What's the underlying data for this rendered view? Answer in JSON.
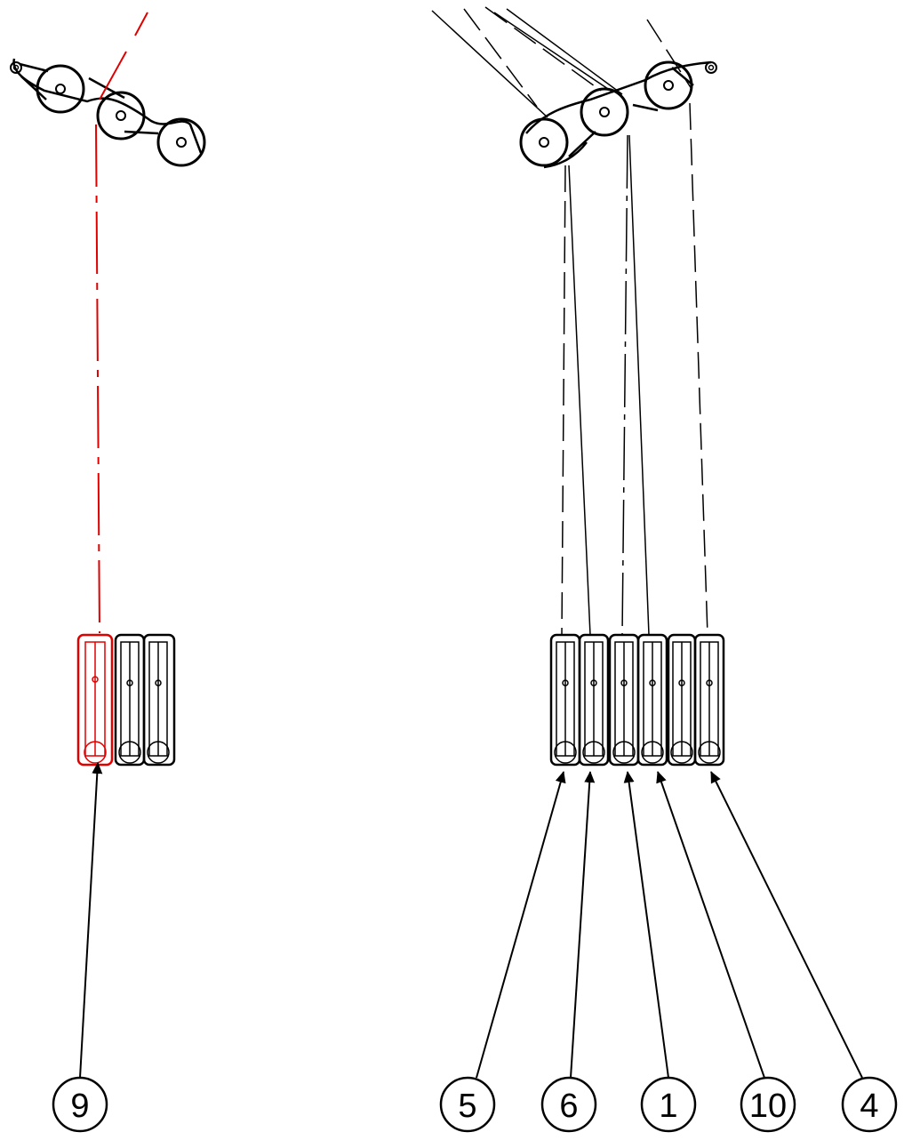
{
  "colors": {
    "ink": "#000000",
    "highlight": "#e00000",
    "background": "#ffffff"
  },
  "callouts": [
    {
      "id": "9",
      "label": "9"
    },
    {
      "id": "5",
      "label": "5"
    },
    {
      "id": "6",
      "label": "6"
    },
    {
      "id": "1",
      "label": "1"
    },
    {
      "id": "10",
      "label": "10"
    },
    {
      "id": "4",
      "label": "4"
    }
  ]
}
